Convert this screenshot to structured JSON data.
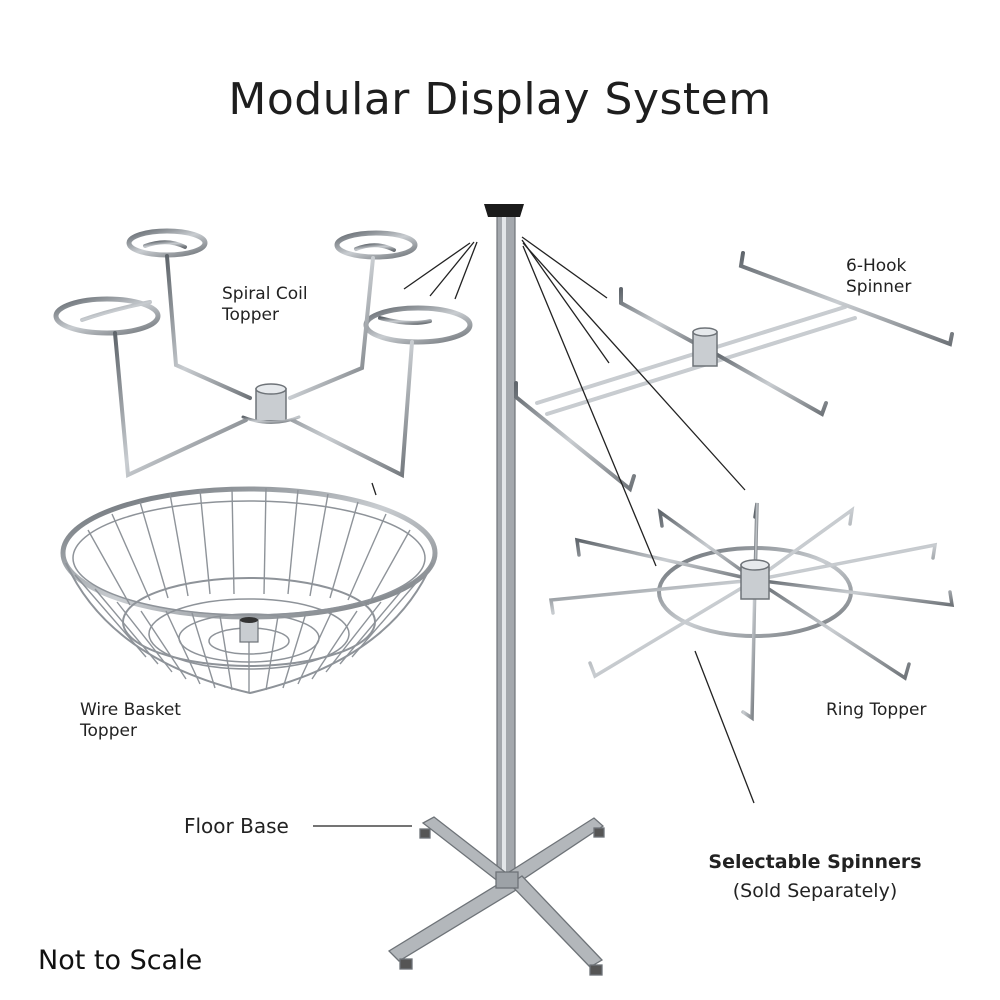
{
  "title": "Modular Display System",
  "labels": {
    "spiral_coil": [
      "Spiral Coil",
      "Topper"
    ],
    "six_hook": [
      "6-Hook",
      "Spinner"
    ],
    "wire_basket": [
      "Wire Basket",
      "Topper"
    ],
    "ring_topper": "Ring Topper",
    "floor_base": "Floor Base",
    "selectable_spinners": "Selectable Spinners",
    "sold_separately": "(Sold Separately)"
  },
  "footnote": "Not to Scale",
  "colors": {
    "metal_dark": "#6e7378",
    "metal_light": "#d7dbdf",
    "callout": "#222222",
    "cap": "#1b1b1b"
  }
}
